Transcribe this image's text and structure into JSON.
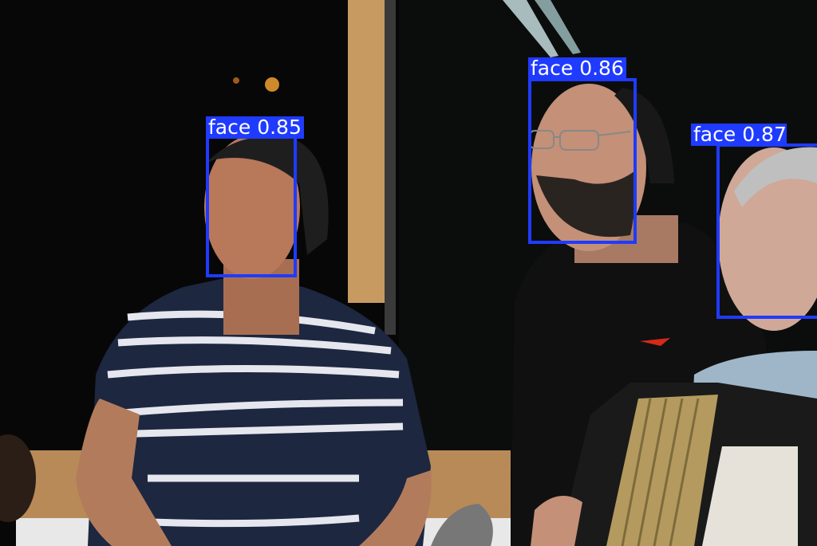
{
  "detections": [
    {
      "class_label": "face",
      "confidence": "0.85",
      "color": "#1f3bff"
    },
    {
      "class_label": "face",
      "confidence": "0.86",
      "color": "#1f3bff"
    },
    {
      "class_label": "face",
      "confidence": "0.87",
      "color": "#1f3bff"
    }
  ],
  "colors": {
    "box": "#1f3bff",
    "label_text": "#ffffff",
    "background": "#0a0a0a"
  }
}
